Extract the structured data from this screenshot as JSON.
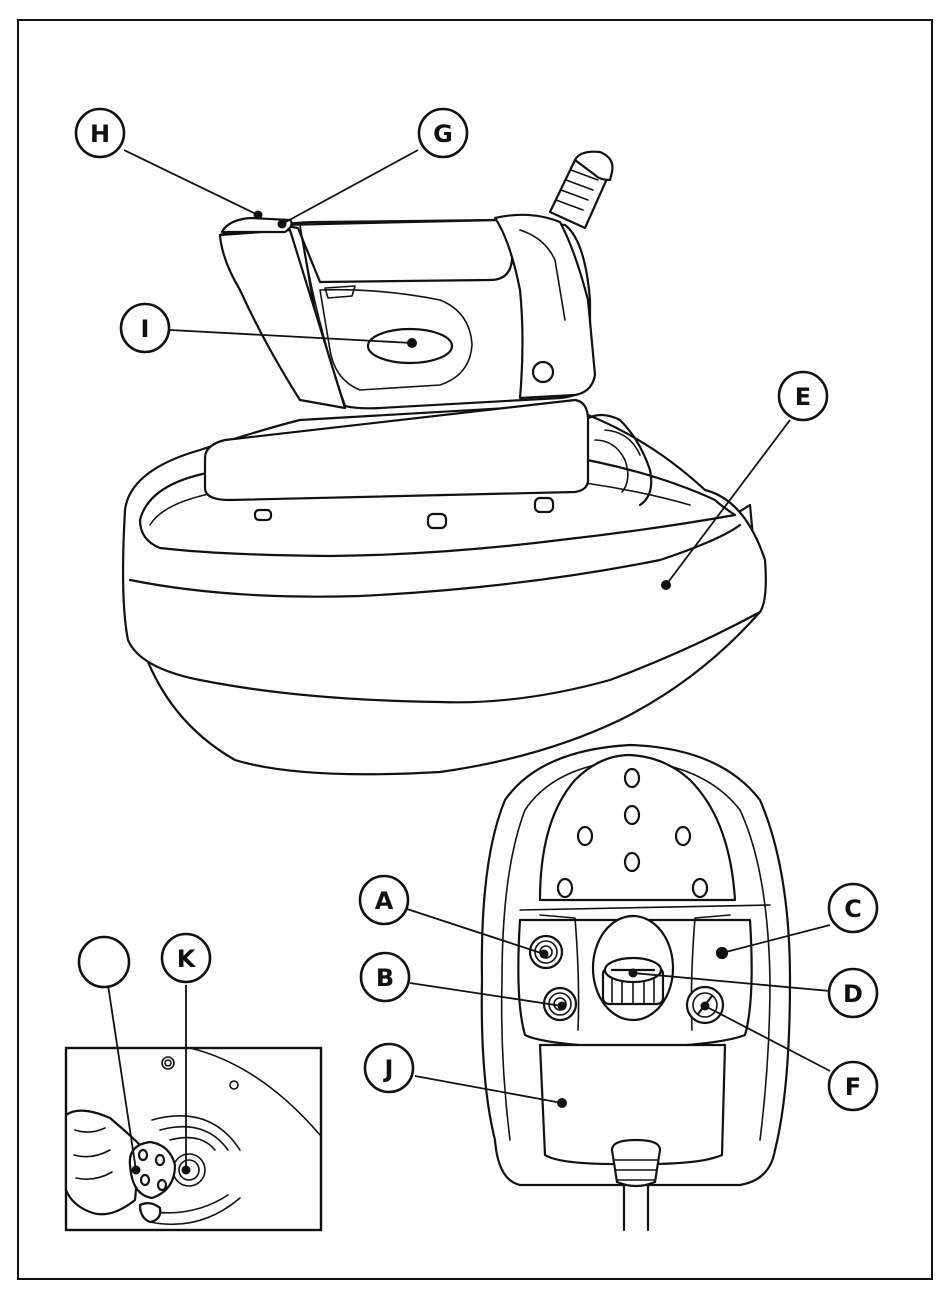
{
  "callouts": {
    "A": "A",
    "B": "B",
    "C": "C",
    "D": "D",
    "E": "E",
    "F": "F",
    "G": "G",
    "H": "H",
    "I": "I",
    "J": "J",
    "K": "K",
    "blank": ""
  },
  "parts": [
    "steam-iron",
    "base-unit",
    "base-control-panel",
    "cleaning-detail-inset"
  ]
}
